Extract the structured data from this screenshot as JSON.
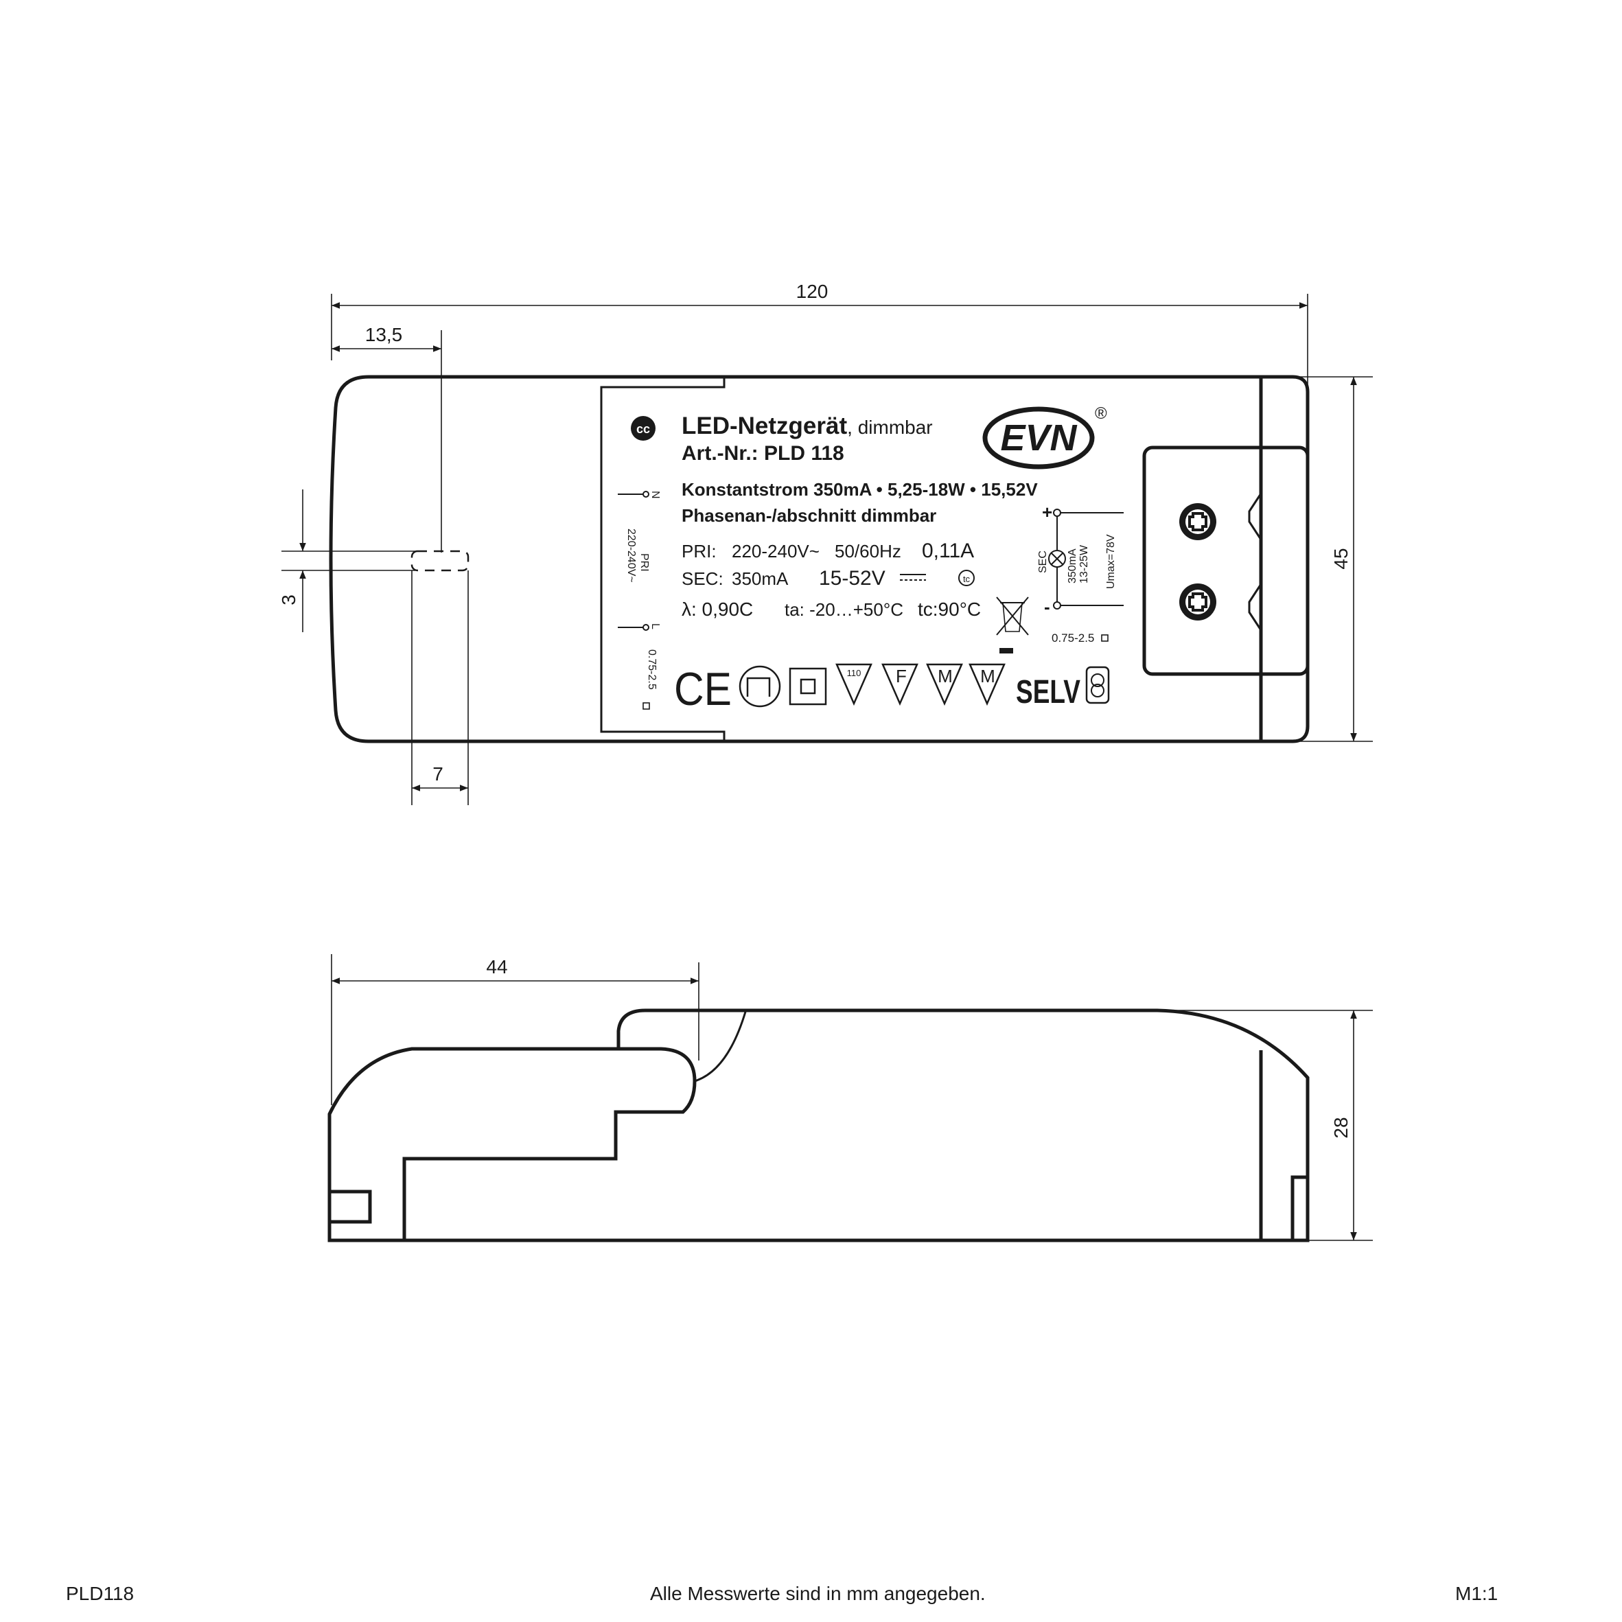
{
  "dimensions": {
    "length": "120",
    "offset": "13,5",
    "width": "45",
    "slot_height": "3",
    "slot_width": "7",
    "side_offset": "44",
    "height": "28"
  },
  "label": {
    "cc_mark": "cc",
    "title": "LED-Netzgerät",
    "title_suffix": ", dimmbar",
    "article": "Art.-Nr.: PLD 118",
    "spec_line": "Konstantstrom 350mA • 5,25-18W • 15,52V",
    "dimming": "Phasenan-/abschnitt dimmbar",
    "pri_line": [
      "PRI:",
      "220-240V~",
      "50/60Hz",
      "0,11A"
    ],
    "sec_line": [
      "SEC:",
      "350mA",
      "15-52V"
    ],
    "tc_mark": "tc",
    "lambda_line": [
      "λ: 0,90C",
      "ta: -20…+50°C",
      "tc:90°C"
    ],
    "input_terminal": {
      "n": "N",
      "l": "L",
      "pri": "PRI",
      "voltage": "220-240V~",
      "wire": "0.75-2.5"
    },
    "output_terminal": {
      "plus": "+",
      "minus": "-",
      "sec": "SEC",
      "current": "350mA",
      "power": "13-25W",
      "umax": "Umax=78V",
      "wire": "0.75-2.5"
    },
    "brand": "EVN",
    "registered": "®",
    "ce": "CE",
    "mark_110": "110",
    "mark_f": "F",
    "mark_m": "M",
    "selv": "SELV"
  },
  "footer": {
    "left": "PLD118",
    "center": "Alle Messwerte sind in mm angegeben.",
    "right": "M1:1"
  }
}
